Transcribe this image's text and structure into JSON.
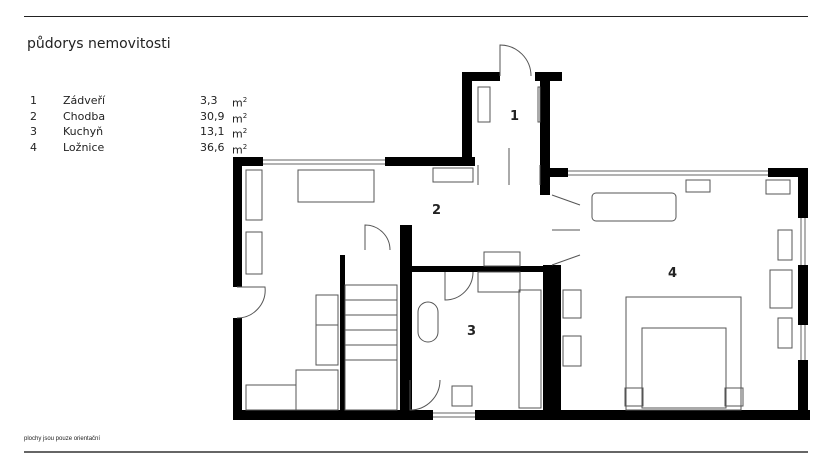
{
  "title": "půdorys nemovitosti",
  "rooms": [
    {
      "number": "1",
      "name": "Zádveří",
      "area": "3,3",
      "unit": "m",
      "unit_sup": "2"
    },
    {
      "number": "2",
      "name": "Chodba",
      "area": "30,9",
      "unit": "m",
      "unit_sup": "2"
    },
    {
      "number": "3",
      "name": "Kuchyň",
      "area": "13,1",
      "unit": "m",
      "unit_sup": "2"
    },
    {
      "number": "4",
      "name": "Ložnice",
      "area": "36,6",
      "unit": "m",
      "unit_sup": "2"
    }
  ],
  "note": "plochy jsou pouze orientační",
  "colors": {
    "wall": "#000000",
    "furniture": "#555555",
    "text": "#222222"
  }
}
